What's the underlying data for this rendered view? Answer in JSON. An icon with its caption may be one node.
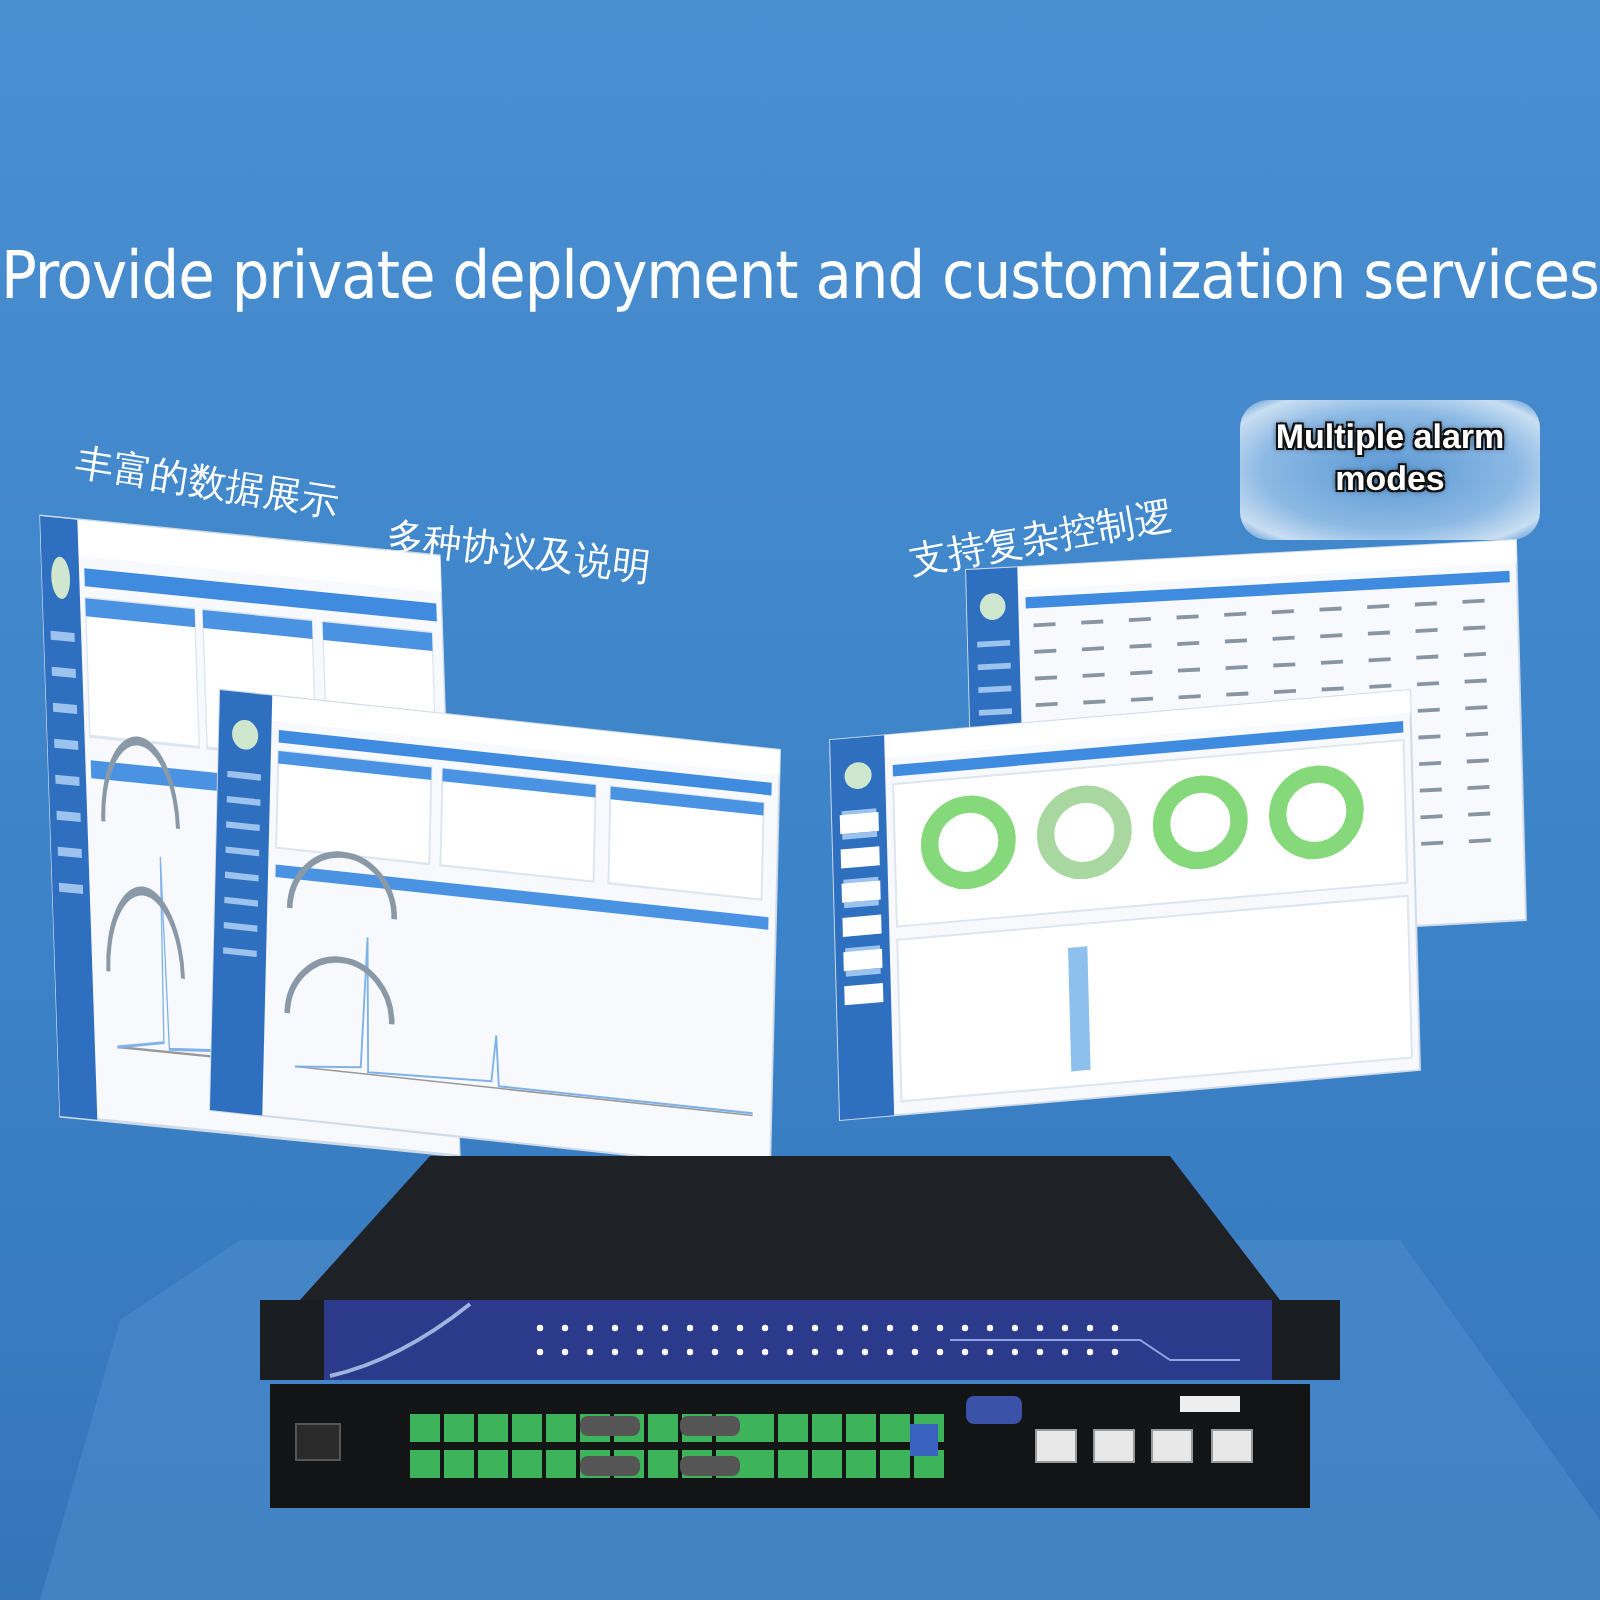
{
  "diagram": {
    "title": "Provide private deployment and customization services",
    "labels": [
      "丰富的数据展示",
      "多种协议及说明",
      "支持复杂控制逻",
      "Multiple alarm modes"
    ]
  }
}
